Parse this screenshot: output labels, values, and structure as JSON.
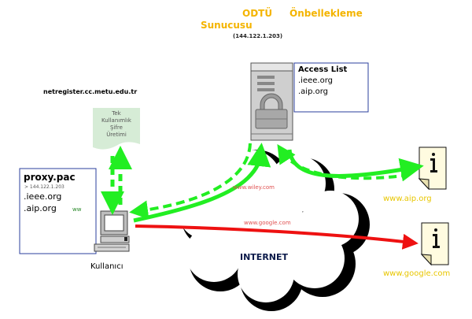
{
  "server": {
    "title_line1_a": "ODTÜ",
    "title_line1_b": "Önbellekleme",
    "title_line2": "Sunucusu",
    "ip": "(144.122.1.203)"
  },
  "access_list": {
    "title": "Access List",
    "items": [
      ".ieee.org",
      ".aip.org"
    ]
  },
  "registration_host": "netregister.cc.metu.edu.tr",
  "password_doc": {
    "lines": [
      "Tek",
      "Kullanımlık",
      "Şifre",
      "Üretimi"
    ]
  },
  "proxy_pac": {
    "title": "proxy.pac",
    "ip": "> 144.122.1.203",
    "items": [
      ".ieee.org",
      ".aip.org"
    ],
    "squiggle": "ww"
  },
  "user_label": "Kullanıcı",
  "internet_label": "INTERNET",
  "cloud_links": [
    "www.wiley.com",
    "www.google.com"
  ],
  "sites": [
    "www.aip.org",
    "www.google.com"
  ],
  "colors": {
    "accent_title": "#f4b400",
    "green_arrow": "#22ee22",
    "red_arrow": "#ee1111",
    "site_label": "#e8c600",
    "cloud_link": "#e05050",
    "box_border": "#2b3f9e"
  }
}
